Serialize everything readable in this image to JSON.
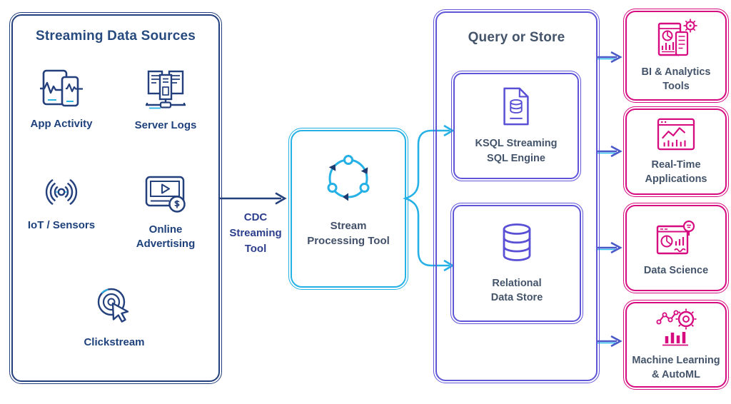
{
  "colors": {
    "navy": "#24407c",
    "cyan": "#25b1e6",
    "purple": "#5f55d9",
    "magenta": "#d60b80",
    "slate_text": "#44546a",
    "navy_text": "#1e417c",
    "arrow_blue": "#4a58c8"
  },
  "sources": {
    "title": "Streaming Data Sources",
    "items": [
      {
        "label": "App Activity",
        "icon": "app-activity-icon"
      },
      {
        "label": "Server Logs",
        "icon": "server-logs-icon"
      },
      {
        "label": "IoT / Sensors",
        "icon": "iot-sensors-icon"
      },
      {
        "label": "Online Advertising",
        "icon": "online-advertising-icon"
      },
      {
        "label": "Clickstream",
        "icon": "clickstream-icon"
      }
    ]
  },
  "cdc": {
    "label": "CDC Streaming Tool"
  },
  "processing": {
    "label": "Stream Processing Tool",
    "icon": "cycle-sync-icon"
  },
  "query_store": {
    "title": "Query or Store",
    "boxes": [
      {
        "label": "KSQL Streaming SQL Engine",
        "icon": "sql-document-icon"
      },
      {
        "label": "Relational Data Store",
        "icon": "database-icon"
      }
    ]
  },
  "outputs": [
    {
      "label": "BI & Analytics Tools",
      "icon": "bi-analytics-icon"
    },
    {
      "label": "Real-Time Applications",
      "icon": "realtime-apps-icon"
    },
    {
      "label": "Data Science",
      "icon": "data-science-icon"
    },
    {
      "label": "Machine Learning & AutoML",
      "icon": "machine-learning-icon"
    }
  ]
}
